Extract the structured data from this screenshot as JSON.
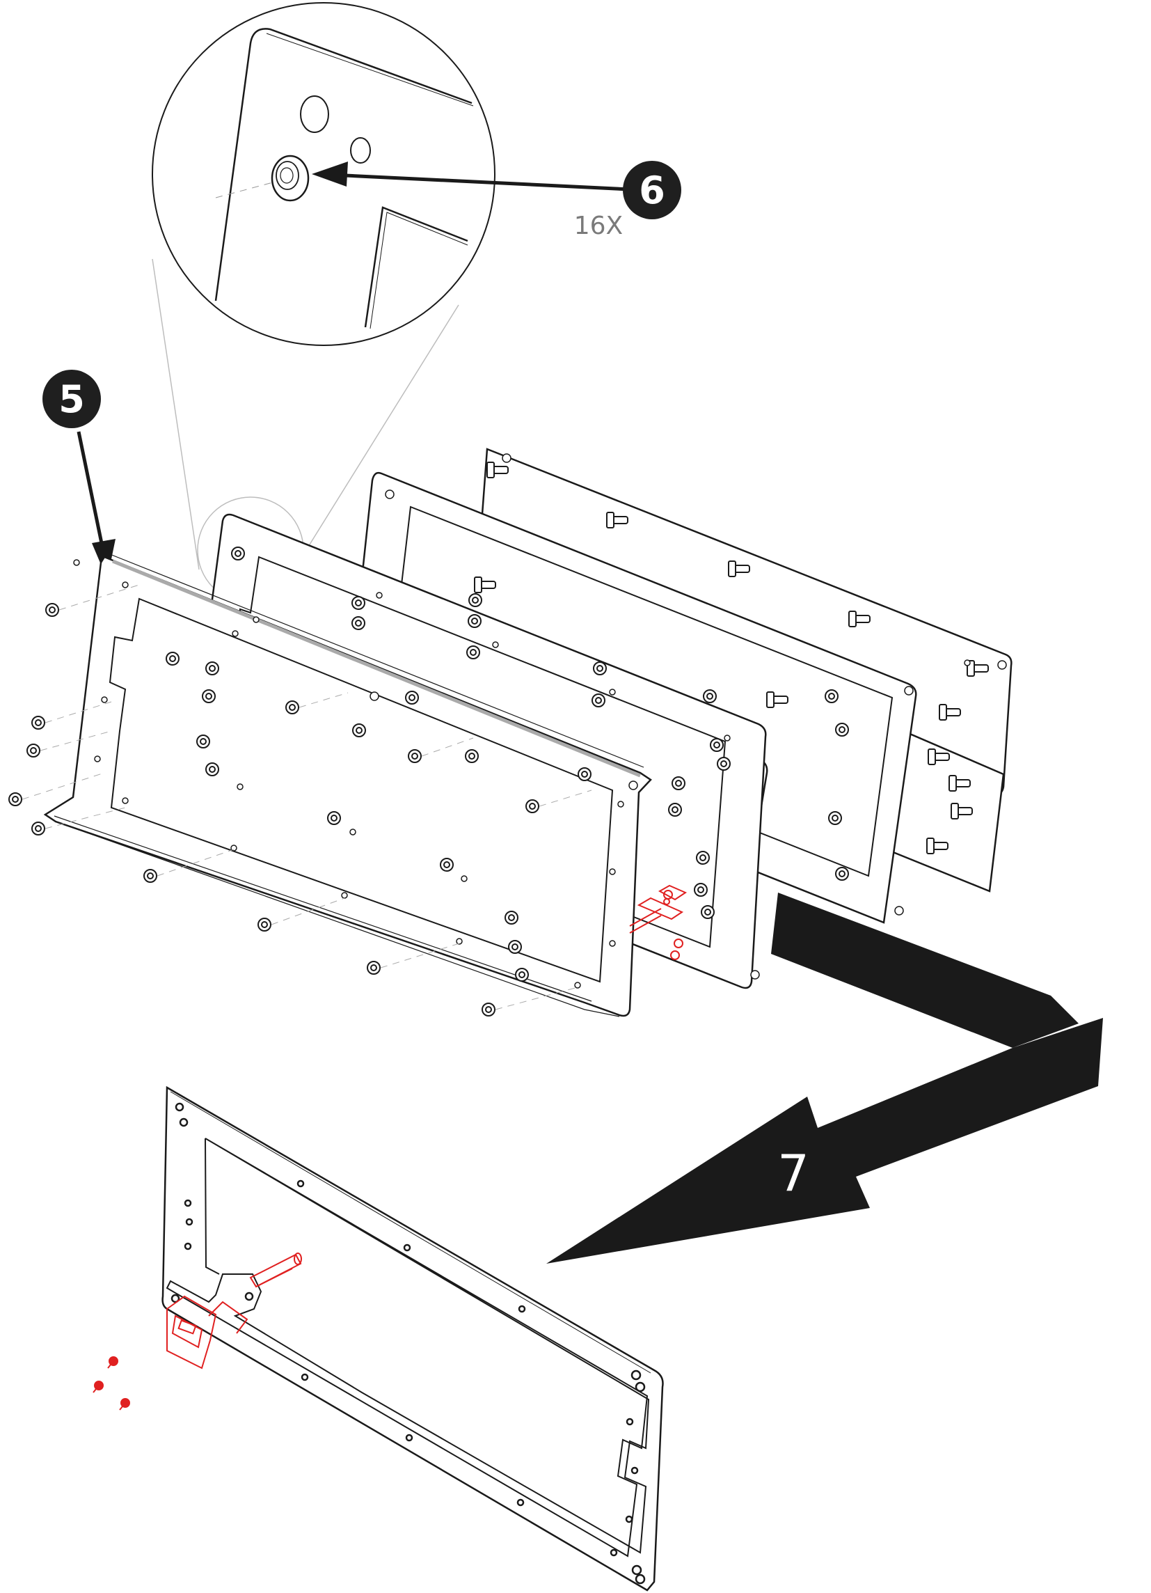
{
  "steps": {
    "step5": {
      "label": "5"
    },
    "step6": {
      "label": "6",
      "quantity": "16X"
    },
    "step7": {
      "label": "7"
    }
  },
  "colors": {
    "line": "#1a1a1a",
    "badge": "#1f1f1f",
    "highlight": "#e02020",
    "quantity_text": "#7a7a7a",
    "arrow": "#1a1a1a"
  },
  "icons": {
    "step5_badge": "circle-badge",
    "step6_badge": "circle-badge",
    "step7_arrow": "bent-arrow"
  }
}
